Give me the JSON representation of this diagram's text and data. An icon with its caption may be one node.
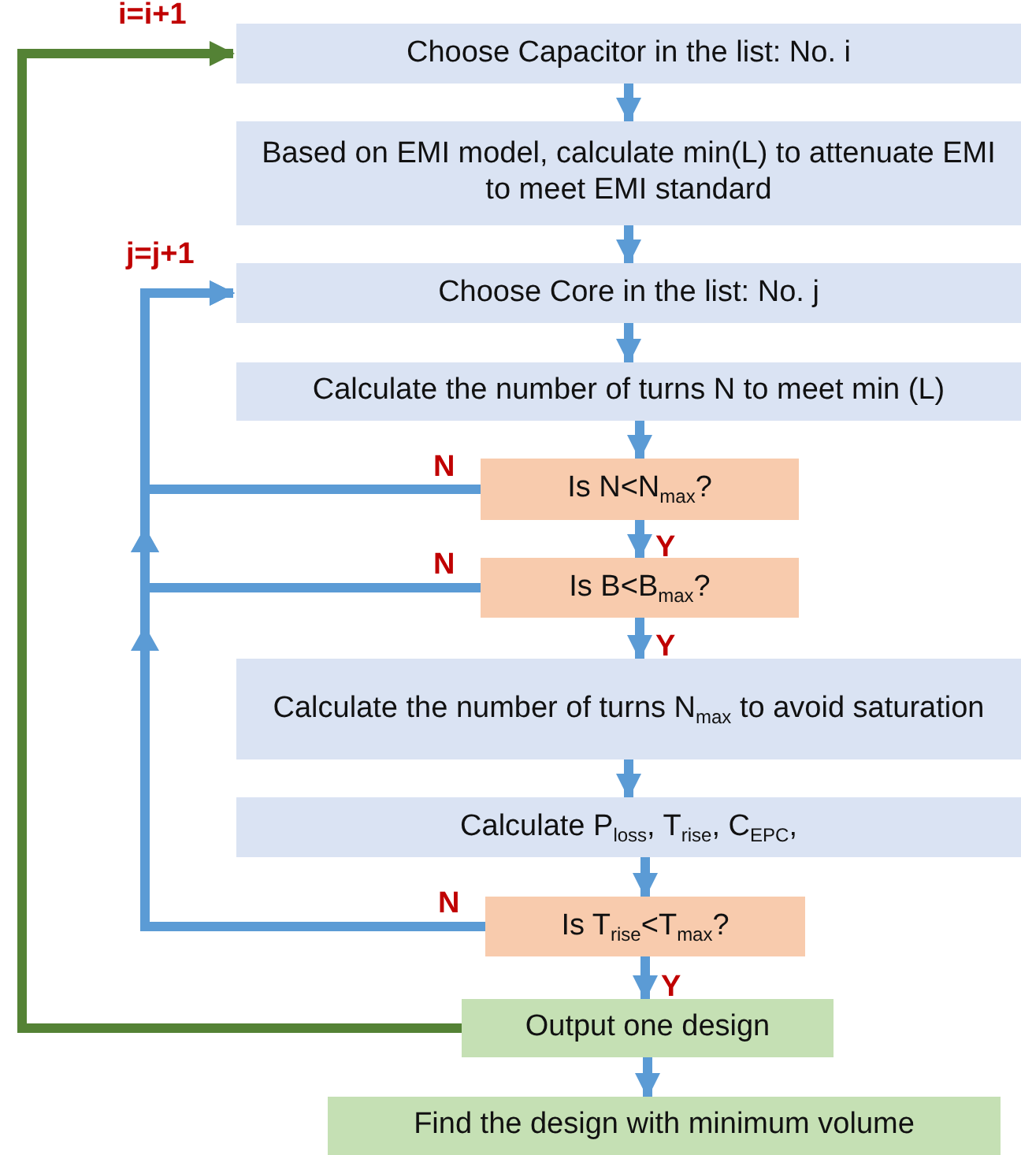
{
  "diagram": {
    "nodes": [
      {
        "text": [
          "Choose Capacitor in the list: No. i"
        ]
      },
      {
        "text": [
          "Based on EMI model, calculate min(L) to attenuate EMI to meet EMI standard"
        ]
      },
      {
        "text": [
          "Choose Core in the list: No. j"
        ]
      },
      {
        "text": [
          "Calculate the number of turns N to meet min (L)"
        ]
      },
      {
        "text": [
          "Is N<N$_{max}$?"
        ]
      },
      {
        "text": [
          "Is B<B$_{max}$?"
        ]
      },
      {
        "text": [
          "Calculate the number of turns N$_{max}$ to avoid saturation"
        ]
      },
      {
        "text": [
          "Calculate P$_{loss}$, T$_{rise}$, C$_{EPC}$,"
        ]
      },
      {
        "text": [
          "Is T$_{rise}$<T$_{max}$?"
        ]
      },
      {
        "text": [
          "Output one design"
        ]
      },
      {
        "text": [
          "Find the design with minimum volume"
        ]
      }
    ],
    "edges": [
      {
        "from": 0,
        "to": 1,
        "arrow": "to"
      },
      {
        "from": 1,
        "to": 2,
        "arrow": "to"
      },
      {
        "from": 2,
        "to": 3,
        "arrow": "to"
      },
      {
        "from": 3,
        "to": 4,
        "arrow": "to"
      },
      {
        "from": 4,
        "to": 5,
        "arrow": "to",
        "label": "Y"
      },
      {
        "from": 5,
        "to": 6,
        "arrow": "to",
        "label": "Y"
      },
      {
        "from": 6,
        "to": 7,
        "arrow": "to"
      },
      {
        "from": 7,
        "to": 8,
        "arrow": "to"
      },
      {
        "from": 8,
        "to": 9,
        "arrow": "to",
        "label": "Y"
      },
      {
        "from": 9,
        "to": 10,
        "arrow": "to"
      },
      {
        "from": 4,
        "to": 2,
        "arrow": "to",
        "label": "N"
      },
      {
        "from": 5,
        "to": 2,
        "arrow": "to",
        "label": "N"
      },
      {
        "from": 8,
        "to": 2,
        "arrow": "to",
        "label": "N"
      },
      {
        "from": 9,
        "to": 0,
        "arrow": "to",
        "label": "i=i+1",
        "color": "#548235"
      }
    ],
    "labels": [
      "j=j+1"
    ]
  }
}
